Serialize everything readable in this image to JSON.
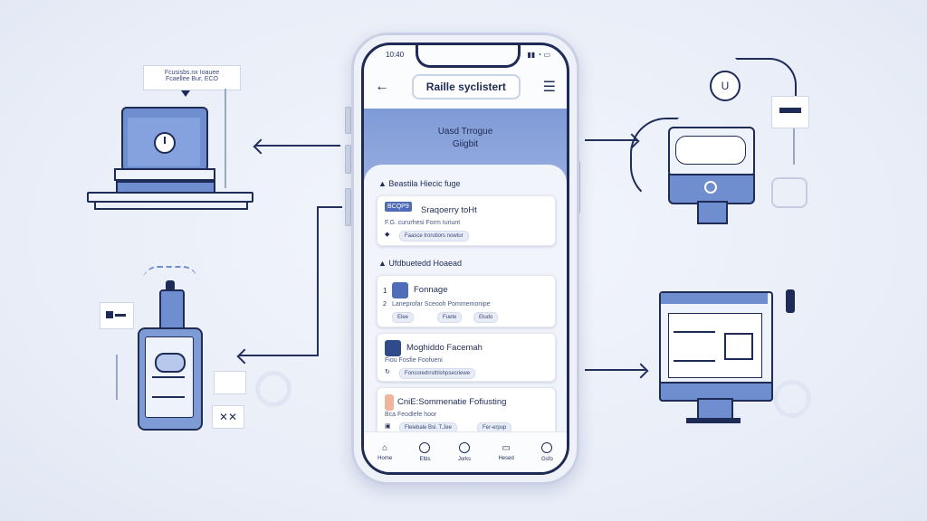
{
  "phone": {
    "status_time": "10:40",
    "title": "Raille syclistert",
    "hero_line1": "Uasd Trrogue",
    "hero_line2": "Giigbit",
    "section1_title": "Beastila Hiecic fuge",
    "section2_title": "Ufdbuetedd Hoaead",
    "cards": [
      {
        "title": "Sraqoerry toHt",
        "badge": "BCQP9",
        "sub": "F.G. cururhesi Form Iuriunt",
        "chips": [
          "Faasce trorutiors nowtur"
        ]
      },
      {
        "title": "Fonnage",
        "num": "1",
        "sub": "Laneprofar Sceooh Pommemonipe",
        "sub_num": "2",
        "chips": [
          "Elee",
          "Fuete",
          "Eludo"
        ]
      },
      {
        "title": "Moghiddo Facemah",
        "sub": "Fiou Fosfie Foofueni",
        "chips": [
          "Foncoredrrsthlshpsecriewe"
        ]
      },
      {
        "title": "CniE:Sommenatie Fofiusting",
        "sub": "Bca Feodlefe hoor",
        "chips": [
          "Fleiebale Bsl. T.Jee",
          "Fer-erpup"
        ]
      }
    ],
    "nav": [
      "Home",
      "Efds",
      "Jorks",
      "Hesed",
      "Gsfo"
    ]
  },
  "left_top_callout": {
    "line1": "Fcusisbs.nx Ioauee",
    "line2": "Fcaellee Bur, ECO"
  },
  "colors": {
    "accent": "#4e6cb7",
    "ink": "#1f2b57",
    "hero": "#8aa4dc",
    "background": "#e8edf7"
  }
}
